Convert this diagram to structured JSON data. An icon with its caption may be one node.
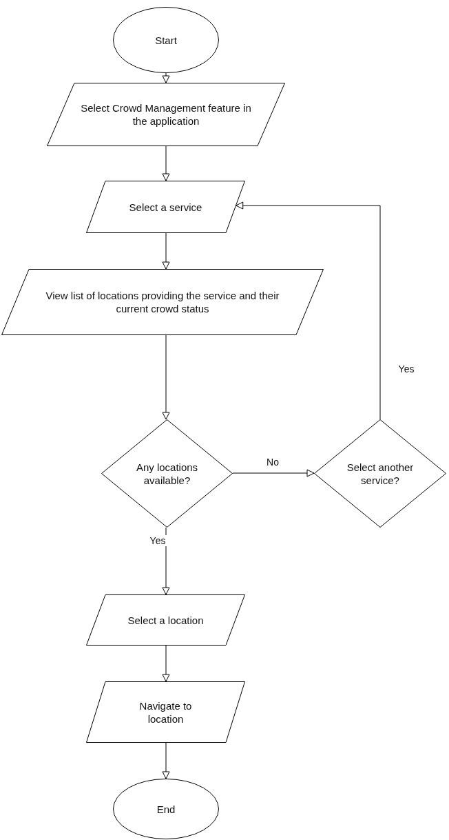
{
  "diagram": {
    "nodes": [
      {
        "text": [
          "Start"
        ]
      },
      {
        "text": [
          "Select Crowd Management feature in the application"
        ]
      },
      {
        "text": [
          "Select a service"
        ]
      },
      {
        "text": [
          "View list of locations providing the service and their current crowd status"
        ]
      },
      {
        "text": [
          "Any locations available?"
        ]
      },
      {
        "text": [
          "Select another service?"
        ]
      },
      {
        "text": [
          "Select a location"
        ]
      },
      {
        "text": [
          "Navigate to location"
        ]
      },
      {
        "text": [
          "End"
        ]
      }
    ],
    "edges": [
      {
        "from": 0,
        "to": 1,
        "arrow": "to"
      },
      {
        "from": 1,
        "to": 2,
        "arrow": "to"
      },
      {
        "from": 2,
        "to": 3,
        "arrow": "to"
      },
      {
        "from": 3,
        "to": 4,
        "arrow": "to"
      },
      {
        "from": 4,
        "to": 5,
        "arrow": "to",
        "label": "No"
      },
      {
        "from": 5,
        "to": 2,
        "arrow": "to",
        "label": "Yes"
      },
      {
        "from": 4,
        "to": 6,
        "arrow": "to",
        "label": "Yes"
      },
      {
        "from": 6,
        "to": 7,
        "arrow": "to"
      },
      {
        "from": 7,
        "to": 8,
        "arrow": "to"
      }
    ]
  }
}
